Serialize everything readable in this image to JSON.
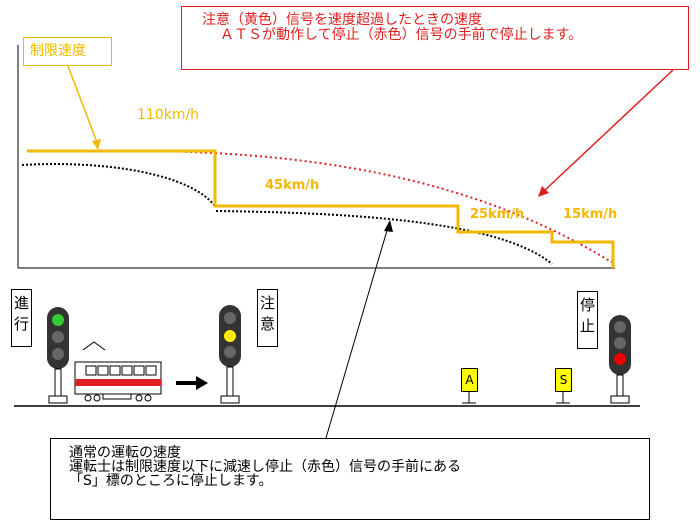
{
  "top_callout": {
    "line1": "注意（黄色）信号を速度超過したときの速度",
    "line2": "ＡＴＳが動作して停止（赤色）信号の手前で停止します。"
  },
  "limit_label": "制限速度",
  "speeds": {
    "s1": "110km/h",
    "s2": "45km/h",
    "s3": "25km/h",
    "s4": "15km/h"
  },
  "signals": {
    "proceed": [
      "進",
      "行"
    ],
    "caution": [
      "注",
      "意"
    ],
    "stop": [
      "停",
      "止"
    ]
  },
  "markers": {
    "a": "A",
    "s": "S"
  },
  "bottom_callout": {
    "line1": "通常の運転の速度",
    "line2": "運転士は制限速度以下に減速し停止（赤色）信号の手前にある",
    "line3": "「S」標のところに停止します。"
  },
  "colors": {
    "limit": "#f5b800",
    "ats_curve": "#e02020",
    "normal_curve": "#000000",
    "green": "#33cc33",
    "yellow": "#ffee00",
    "red": "#ee0000",
    "train_stripe": "#e02020"
  }
}
